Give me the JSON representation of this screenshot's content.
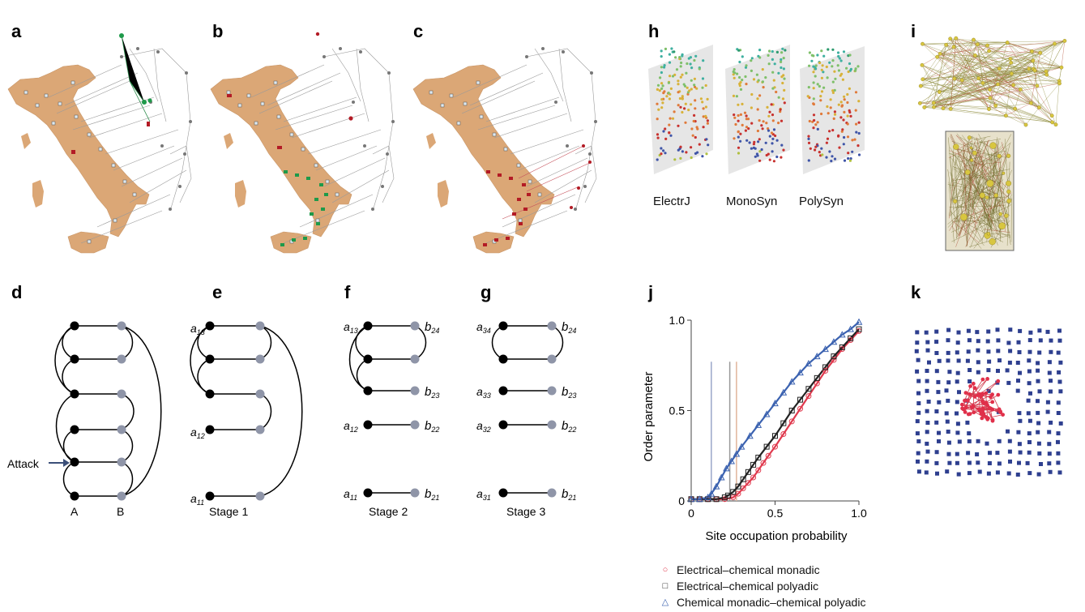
{
  "panels": {
    "a": "a",
    "b": "b",
    "c": "c",
    "d": "d",
    "e": "e",
    "f": "f",
    "g": "g",
    "h": "h",
    "i": "i",
    "j": "j",
    "k": "k"
  },
  "panel_h": {
    "labels": [
      "ElectrJ",
      "MonoSyn",
      "PolySyn"
    ]
  },
  "panel_d": {
    "attack_label": "Attack",
    "col_a": "A",
    "col_b": "B"
  },
  "panel_e": {
    "stage": "Stage 1",
    "labels": {
      "a13": "a",
      "a13_sub": "13",
      "a12": "a",
      "a12_sub": "12",
      "a11": "a",
      "a11_sub": "11"
    }
  },
  "panel_f": {
    "stage": "Stage 2",
    "labels": {
      "a13": "a",
      "a13_sub": "13",
      "a12": "a",
      "a12_sub": "12",
      "a11": "a",
      "a11_sub": "11",
      "b24": "b",
      "b24_sub": "24",
      "b23": "b",
      "b23_sub": "23",
      "b22": "b",
      "b22_sub": "22",
      "b21": "b",
      "b21_sub": "21"
    }
  },
  "panel_g": {
    "stage": "Stage 3",
    "labels": {
      "a34": "a",
      "a34_sub": "34",
      "a33": "a",
      "a33_sub": "33",
      "a32": "a",
      "a32_sub": "32",
      "a31": "a",
      "a31_sub": "31",
      "b24": "b",
      "b24_sub": "24",
      "b23": "b",
      "b23_sub": "23",
      "b22": "b",
      "b22_sub": "22",
      "b21": "b",
      "b21_sub": "21"
    }
  },
  "chart_data": {
    "type": "scatter",
    "xlabel": "Site occupation probability",
    "ylabel": "Order parameter",
    "xlim": [
      0,
      1
    ],
    "ylim": [
      0,
      1
    ],
    "xticks": [
      "0",
      "0.5",
      "1.0"
    ],
    "yticks": [
      "0",
      "0.5",
      "1.0"
    ],
    "thresholds": [
      {
        "x": 0.12,
        "color": "#9aa7c9"
      },
      {
        "x": 0.23,
        "color": "#9a9a9a"
      },
      {
        "x": 0.27,
        "color": "#e0b49a"
      }
    ],
    "series": [
      {
        "name": "Electrical–chemical monadic",
        "color": "#e03a4e",
        "marker": "circle",
        "x": [
          0.0,
          0.05,
          0.1,
          0.15,
          0.2,
          0.25,
          0.28,
          0.31,
          0.34,
          0.37,
          0.4,
          0.43,
          0.46,
          0.5,
          0.55,
          0.6,
          0.65,
          0.7,
          0.75,
          0.8,
          0.85,
          0.9,
          0.95,
          1.0
        ],
        "y": [
          0.01,
          0.01,
          0.01,
          0.01,
          0.01,
          0.02,
          0.04,
          0.07,
          0.1,
          0.13,
          0.17,
          0.21,
          0.25,
          0.3,
          0.37,
          0.44,
          0.51,
          0.58,
          0.65,
          0.72,
          0.78,
          0.84,
          0.89,
          0.94
        ]
      },
      {
        "name": "Electrical–chemical polyadic",
        "color": "#222222",
        "marker": "square",
        "x": [
          0.0,
          0.05,
          0.1,
          0.15,
          0.2,
          0.22,
          0.25,
          0.28,
          0.31,
          0.34,
          0.37,
          0.4,
          0.45,
          0.5,
          0.55,
          0.6,
          0.65,
          0.7,
          0.75,
          0.8,
          0.85,
          0.9,
          0.95,
          1.0
        ],
        "y": [
          0.01,
          0.01,
          0.01,
          0.01,
          0.02,
          0.03,
          0.05,
          0.08,
          0.12,
          0.16,
          0.2,
          0.24,
          0.3,
          0.36,
          0.43,
          0.5,
          0.56,
          0.62,
          0.68,
          0.74,
          0.8,
          0.85,
          0.9,
          0.95
        ]
      },
      {
        "name": "Chemical monadic–chemical polyadic",
        "color": "#3b62b0",
        "marker": "triangle",
        "x": [
          0.0,
          0.05,
          0.1,
          0.12,
          0.15,
          0.18,
          0.21,
          0.24,
          0.27,
          0.3,
          0.35,
          0.4,
          0.45,
          0.5,
          0.55,
          0.6,
          0.65,
          0.7,
          0.75,
          0.8,
          0.85,
          0.9,
          0.95,
          1.0
        ],
        "y": [
          0.01,
          0.01,
          0.02,
          0.04,
          0.08,
          0.13,
          0.18,
          0.22,
          0.26,
          0.3,
          0.36,
          0.42,
          0.48,
          0.54,
          0.6,
          0.66,
          0.71,
          0.76,
          0.8,
          0.84,
          0.88,
          0.92,
          0.95,
          0.99
        ]
      }
    ]
  }
}
